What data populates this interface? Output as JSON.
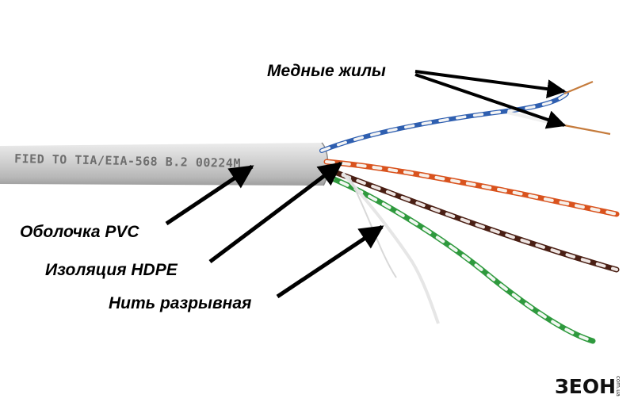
{
  "cable": {
    "jacket_print": "FIED TO TIA/EIA-568 B.2  00224M",
    "colors": {
      "jacket": "#c9c9c9",
      "blue": "#2f5fb0",
      "orange": "#d9531e",
      "brown": "#4a1f14",
      "green": "#2f9a3e",
      "white": "#f4f4f4"
    }
  },
  "labels": {
    "copper_cores": "Медные жилы",
    "pvc_jacket": "Оболочка PVC",
    "hdpe_insulation": "Изоляция HDPE",
    "ripcord": "Нить разрывная"
  },
  "logo": {
    "text": "ЗЕОН",
    "subtext": "com.ua"
  }
}
